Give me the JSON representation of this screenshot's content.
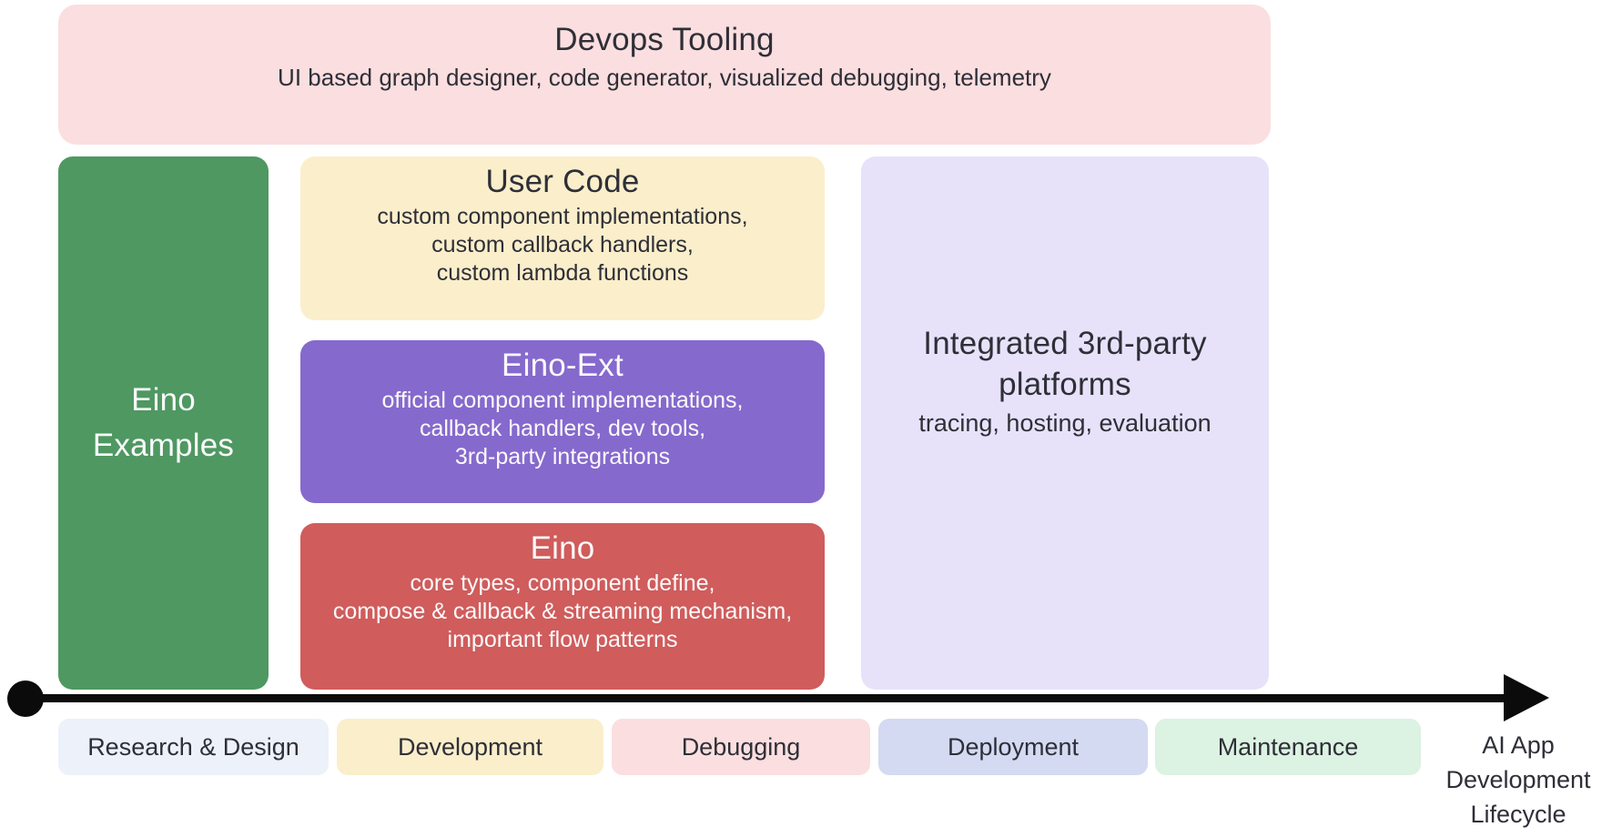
{
  "colors": {
    "background": "#ffffff",
    "devops_bg": "#fbdee0",
    "examples_bg": "#4f9862",
    "user_code_bg": "#fbeecb",
    "eino_ext_bg": "#8669cd",
    "eino_bg": "#d05c5c",
    "platforms_bg": "#e7e2fa",
    "phase_research_bg": "#ecf1fa",
    "phase_development_bg": "#fbeecb",
    "phase_debugging_bg": "#fbdee0",
    "phase_deployment_bg": "#d3daf2",
    "phase_maintenance_bg": "#dcf2e2",
    "arrow": "#0b0b0b",
    "text_dark": "#2e2f37",
    "text_light": "#fafafa"
  },
  "devops": {
    "title": "Devops Tooling",
    "subtitle": "UI based graph designer, code generator, visualized debugging, telemetry"
  },
  "examples": {
    "lines": [
      "Eino",
      "Examples"
    ]
  },
  "stack": [
    {
      "title": "User Code",
      "lines": [
        "custom component implementations,",
        "custom callback handlers,",
        "custom lambda functions"
      ]
    },
    {
      "title": "Eino-Ext",
      "lines": [
        "official component implementations,",
        "callback handlers, dev tools,",
        "3rd-party integrations"
      ]
    },
    {
      "title": "Eino",
      "lines": [
        "core types, component define,",
        "compose & callback & streaming mechanism,",
        "important flow patterns"
      ]
    }
  ],
  "platforms": {
    "title_lines": [
      "Integrated 3rd-party",
      "platforms"
    ],
    "subtitle": "tracing, hosting, evaluation"
  },
  "timeline": {
    "phases": [
      {
        "label": "Research & Design"
      },
      {
        "label": "Development"
      },
      {
        "label": "Debugging"
      },
      {
        "label": "Deployment"
      },
      {
        "label": "Maintenance"
      }
    ],
    "caption_lines": [
      "AI App",
      "Development",
      "Lifecycle"
    ]
  }
}
